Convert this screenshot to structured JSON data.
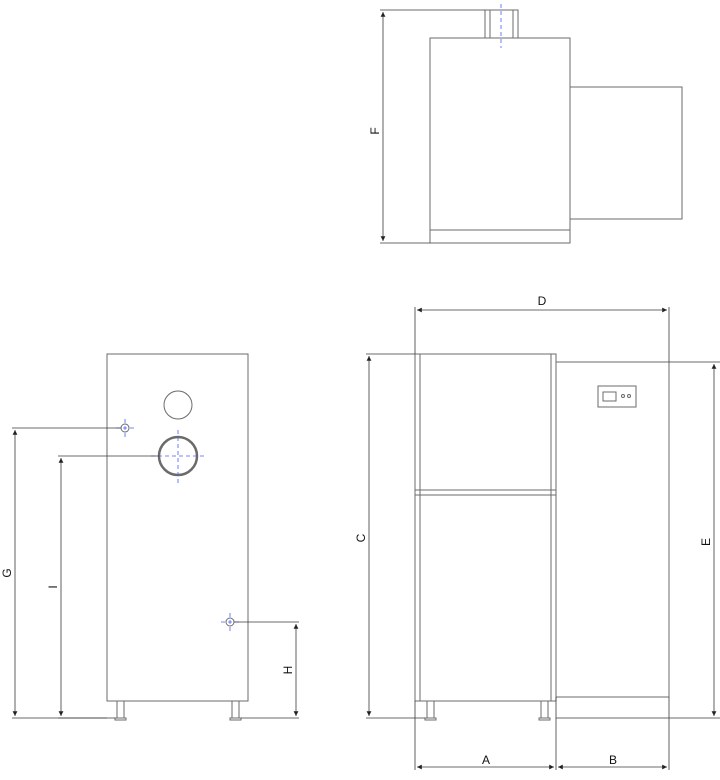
{
  "dimensions": {
    "A": "A",
    "B": "B",
    "C": "C",
    "D": "D",
    "E": "E",
    "F": "F",
    "G": "G",
    "H": "H",
    "I": "I"
  },
  "colors": {
    "outline": "#6b6b6b",
    "dimension": "#3a3a3a",
    "centerline": "#4a5cff"
  }
}
